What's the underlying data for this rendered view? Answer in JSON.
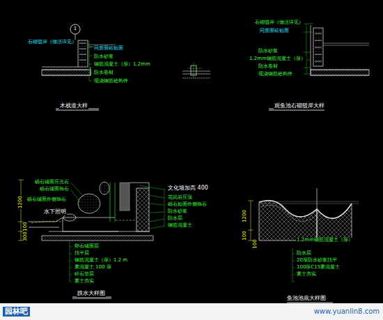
{
  "diagram": {
    "labels": [
      "1",
      "石砌驳岸（做法详见）",
      "同质面砖贴面",
      "防水砂浆",
      "钢筋混凝土（厚）1.2mm",
      "防水卷材",
      "现浇钢筋砼构件",
      "木栈道大样",
      "石砌驳岸（做法详见）",
      "同质面砖贴面",
      "防水砂浆",
      "1.2mm钢筋混凝土（厚）",
      "防水卷材",
      "现浇钢筋砼构件",
      "观鱼池石砌驳岸大样",
      "砾石铺面压光石",
      "砾石铺面饰石",
      "砾石铺面外侧饰石",
      "水下照明",
      "1200",
      "100",
      "300",
      "文化墙加高 400",
      "花岗岩压顶",
      "砾石贴面外侧饰石",
      "防水砂浆",
      "防水层",
      "钢筋混凝土",
      "卵石铺面层",
      "找平层",
      "钢筋混凝土（厚）1.2 m",
      "素混凝土 100 厚",
      "碎石垫层",
      "素土夯实",
      "跌水大样图",
      "1200",
      "100",
      "100",
      "1.2mm钢筋混凝土（厚）",
      "防水层",
      "20厚防水砂浆找平",
      "100厚C15素混凝土",
      "素土夯实",
      "鱼池池底大样图",
      "园林吧",
      "www.yuanlin8.com"
    ]
  }
}
